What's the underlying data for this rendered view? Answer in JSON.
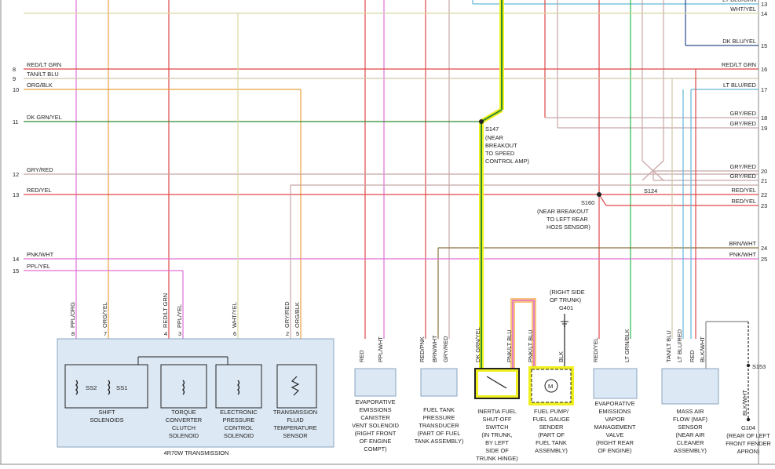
{
  "colors": {
    "pink": "#e070d8",
    "orange": "#e8a040",
    "red": "#e04848",
    "tan": "#cfc8a6",
    "dkgrn": "#2f8a2f",
    "gry": "#c8a6a6",
    "brn": "#8a7040",
    "ltblu": "#62b8d8",
    "dkblu": "#2a4a8a",
    "wht": "#d8d8a0",
    "highlight": "#f0f020",
    "highlight_orange": "#f7c27a"
  },
  "left_wires": [
    {
      "num": "8",
      "label": "RED/LT GRN"
    },
    {
      "num": "9",
      "label": "TAN/LT BLU"
    },
    {
      "num": "10",
      "label": "ORG/BLK"
    },
    {
      "num": "11",
      "label": "DK GRN/YEL"
    },
    {
      "num": "12",
      "label": "GRY/RED"
    },
    {
      "num": "13",
      "label": "RED/YEL"
    },
    {
      "num": "14",
      "label": "PNK/WHT"
    },
    {
      "num": "15",
      "label": "PPL/YEL"
    }
  ],
  "right_wires": [
    {
      "num": "13",
      "label": "LT BLU/GRN"
    },
    {
      "num": "14",
      "label": "WHT/YEL"
    },
    {
      "num": "15",
      "label": "DK BLU/YEL"
    },
    {
      "num": "16",
      "label": "RED/LT GRN"
    },
    {
      "num": "17",
      "label": "LT BLU/RED"
    },
    {
      "num": "18",
      "label": "GRY/RED"
    },
    {
      "num": "19",
      "label": "GRY/RED"
    },
    {
      "num": "20",
      "label": "GRY/RED"
    },
    {
      "num": "21",
      "label": "GRY/RED"
    },
    {
      "num": "22",
      "label": "RED/YEL"
    },
    {
      "num": "23",
      "label": "RED/YEL"
    },
    {
      "num": "24",
      "label": "BRN/WHT"
    },
    {
      "num": "25",
      "label": "PNK/WHT"
    }
  ],
  "splices": {
    "s147": [
      "S147",
      "(NEAR",
      "BREAKOUT",
      "TO SPEED",
      "CONTROL AMP)"
    ],
    "s124": "S124",
    "s160": [
      "S160",
      "(NEAR BREAKOUT",
      "TO LEFT REAR",
      "HO2S SENSOR)"
    ],
    "s153": "S153"
  },
  "transmission": {
    "pins": [
      {
        "num": "8",
        "wire": "PPL/ORG"
      },
      {
        "num": "7",
        "wire": "ORG/YEL"
      },
      {
        "num": "4",
        "wire": "RED/LT GRN"
      },
      {
        "num": "3",
        "wire": "PPL/YEL"
      },
      {
        "num": "6",
        "wire": "WHT/YEL"
      },
      {
        "num": "2",
        "wire": "GRY/RED"
      },
      {
        "num": "5",
        "wire": "ORG/BLK"
      }
    ],
    "ss2": "SS2",
    "ss1": "SS1",
    "components": [
      [
        "SHIFT",
        "SOLENOIDS"
      ],
      [
        "TORQUE",
        "CONVERTER",
        "CLUTCH",
        "SOLENOID"
      ],
      [
        "ELECTRONIC",
        "PRESSURE",
        "CONTROL",
        "SOLENOID"
      ],
      [
        "TRANSMISSION",
        "FLUID",
        "TEMPERATURE",
        "SENSOR"
      ]
    ],
    "title": "4R70W TRANSMISSION"
  },
  "components": {
    "evap_canister": {
      "wires": [
        "RED",
        "PPL/WHT"
      ],
      "label": [
        "EVAPORATIVE",
        "EMISSIONS",
        "CANISTER",
        "VENT SOLENOID",
        "(RIGHT FRONT",
        "OF ENGINE",
        "COMPT)"
      ]
    },
    "fuel_tank": {
      "wires": [
        "RED/PNK",
        "BRN/WHT",
        "GRY/RED"
      ],
      "label": [
        "FUEL TANK",
        "PRESSURE",
        "TRANSDUCER",
        "(PART OF FUEL",
        "TANK ASSEMBLY)"
      ]
    },
    "inertia": {
      "wires": [
        "DK GRN/YEL",
        "PNK/LT BLU"
      ],
      "label": [
        "INERTIA FUEL",
        "SHUT-OFF",
        "SWITCH",
        "(IN TRUNK,",
        "BY LEFT",
        "SIDE OF",
        "TRUNK HINGE)"
      ]
    },
    "fuel_pump": {
      "wires": [
        "PNK/LT BLU",
        "BLK"
      ],
      "ground": [
        "(RIGHT SIDE",
        "OF TRUNK)",
        "G401"
      ],
      "label": [
        "FUEL PUMP/",
        "FUEL GAUGE",
        "SENDER",
        "(PART OF",
        "FUEL TANK",
        "ASSEMBLY)"
      ],
      "motor": "M"
    },
    "evap_vapor": {
      "wires": [
        "RED/YEL",
        "LT GRN/BLK"
      ],
      "label": [
        "EVAPORATIVE",
        "EMISSIONS",
        "VAPOR",
        "MANAGEMENT",
        "VALVE",
        "(RIGHT REAR",
        "OF ENGINE)"
      ]
    },
    "maf": {
      "wires": [
        "TAN/LT BLU",
        "LT BLU/RED",
        "RED",
        "BLK/WHT"
      ],
      "label": [
        "MASS AIR",
        "FLOW (MAF)",
        "SENSOR",
        "(NEAR AIR",
        "CLEANER",
        "ASSEMBLY)"
      ]
    },
    "g104": {
      "wire": "BLK/WHT",
      "label": [
        "G104",
        "(REAR OF LEFT",
        "FRONT FENDER",
        "APRON)"
      ]
    }
  }
}
